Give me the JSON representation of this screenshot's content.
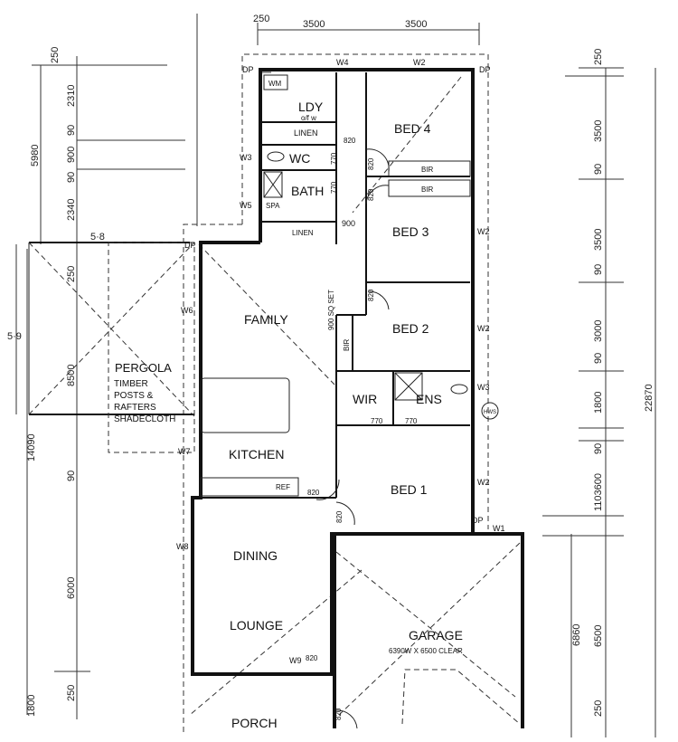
{
  "rooms": {
    "ldy": "LDY",
    "ofw": "o/f w",
    "linen_top": "LINEN",
    "wm": "WM",
    "wc": "WC",
    "bath": "BATH",
    "spa": "SPA",
    "linen_bottom": "LINEN",
    "bed4": "BED 4",
    "bir1": "BIR",
    "bir2": "BIR",
    "bed3": "BED 3",
    "bed2": "BED 2",
    "bir3": "BIR",
    "family": "FAMILY",
    "sq_set": "900 SQ SET",
    "corridor_width": "900",
    "wir": "WIR",
    "ens": "ENS",
    "hws": "HWS",
    "kitchen": "KITCHEN",
    "ref": "REF",
    "bed1": "BED 1",
    "dining": "DINING",
    "lounge": "LOUNGE",
    "porch": "PORCH",
    "garage": "GARAGE",
    "garage_size": "6390W X 6500 CLEAR",
    "dp": "DP"
  },
  "pergola": [
    "PERGOLA",
    "TIMBER",
    "POSTS &",
    "RAFTERS",
    "SHADECLOTH"
  ],
  "windows": {
    "w1": "W1",
    "w2": "W2",
    "w3": "W3",
    "w4": "W4",
    "w5": "W5",
    "w6": "W6",
    "w7": "W7",
    "w8": "W8",
    "w9": "W9"
  },
  "doors": {
    "d820": "820",
    "d770": "770"
  },
  "dimensions": {
    "top": [
      "250",
      "3500",
      "3500"
    ],
    "left_upper": [
      "250",
      "2310",
      "90",
      "900",
      "90",
      "2340"
    ],
    "left_total_upper": "5980",
    "pergola_width": "5·8",
    "pergola_depth": "5·9",
    "left_lower": [
      "250",
      "8500",
      "90",
      "6000",
      "250",
      "1800"
    ],
    "left_total_lower": "14090",
    "right": [
      "250",
      "3500",
      "90",
      "3500",
      "90",
      "3000",
      "90",
      "1800",
      "90",
      "1103600",
      "6500",
      "250"
    ],
    "right_garage": "6860",
    "right_total": "22870"
  }
}
